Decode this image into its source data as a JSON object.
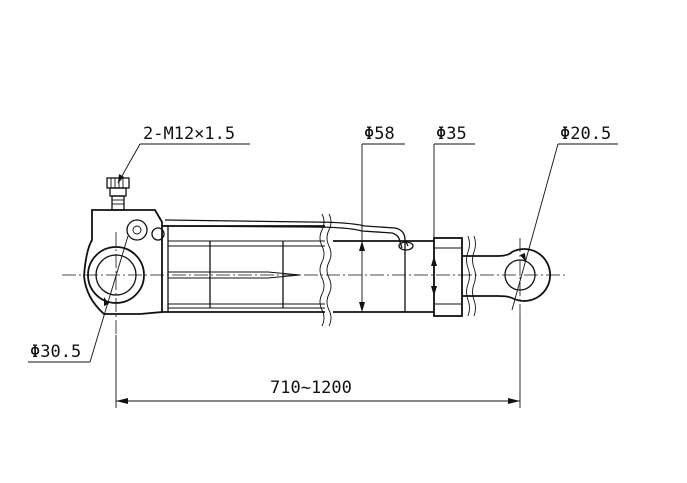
{
  "drawing": {
    "labels": {
      "thread": "2-M12×1.5",
      "outer_diameter": "Φ58",
      "rod_diameter": "Φ35",
      "rod_eye_diameter": "Φ20.5",
      "base_eye_diameter": "Φ30.5",
      "stroke_length": "710~1200"
    }
  }
}
